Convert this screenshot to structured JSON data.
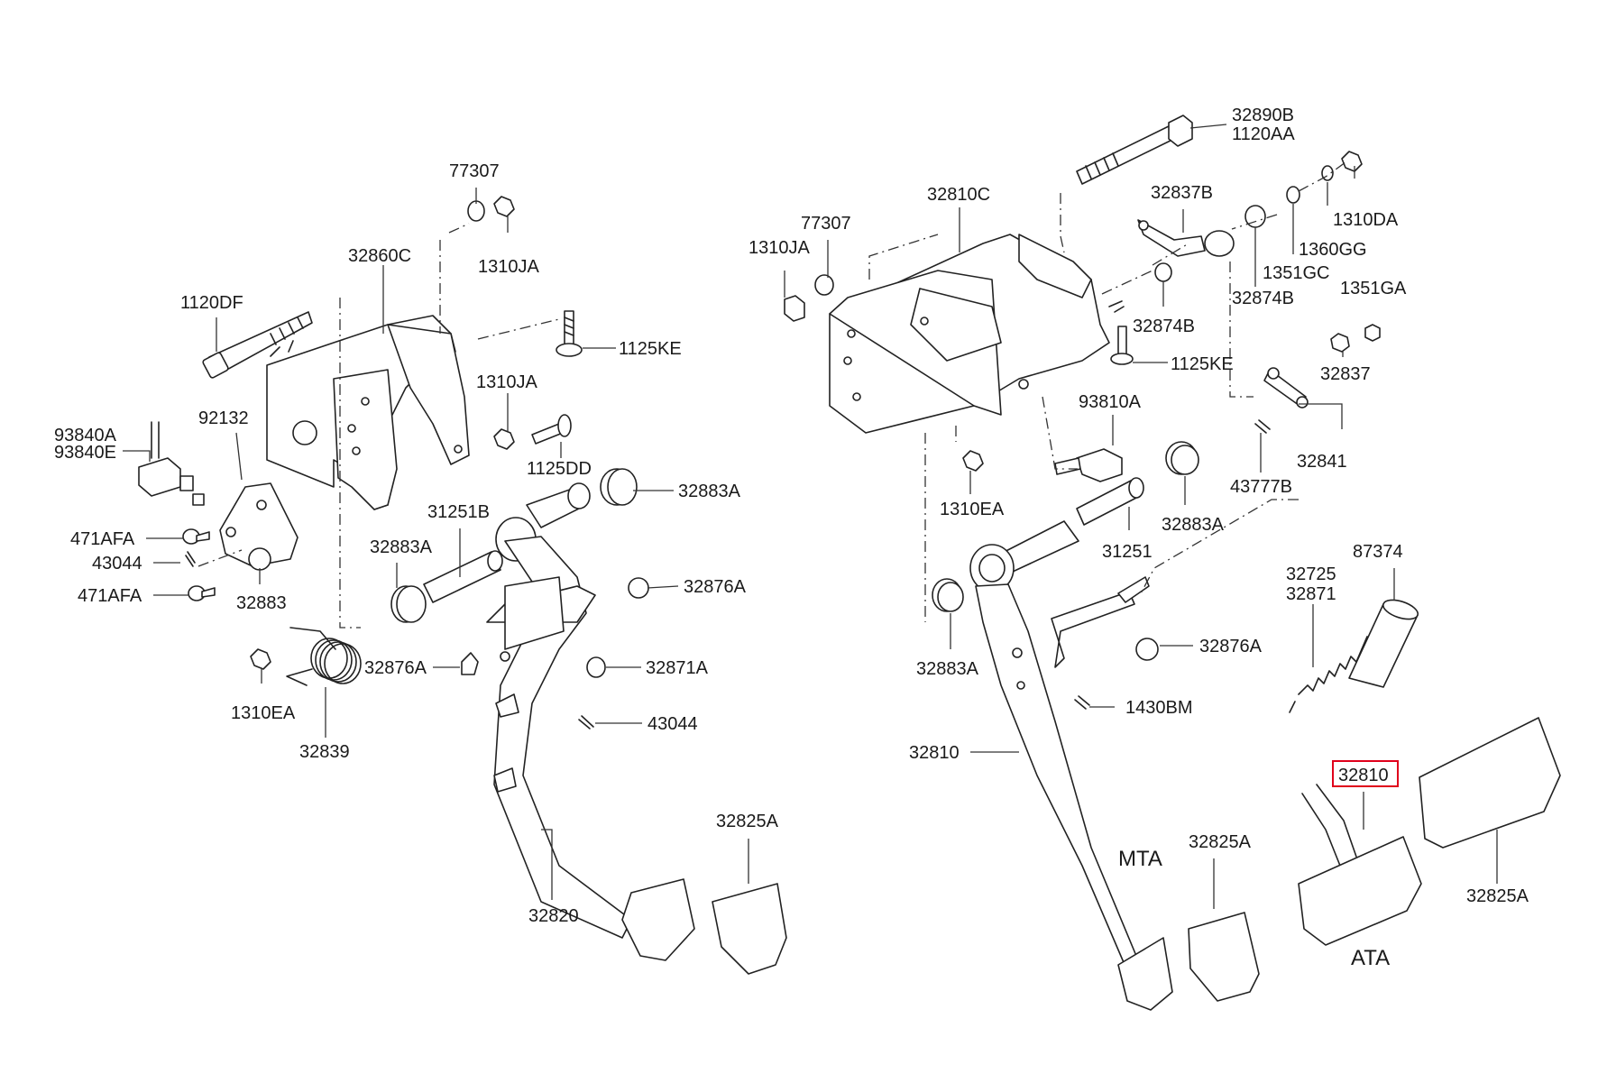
{
  "colors": {
    "line": "#222222",
    "highlight": "#e0001b",
    "background": "#ffffff"
  },
  "labels": {
    "l_1120DF": "1120DF",
    "l_32860C": "32860C",
    "l_77307_a": "77307",
    "l_1310JA_a": "1310JA",
    "l_1125KE_a": "1125KE",
    "l_1310JA_b": "1310JA",
    "l_1125DD": "1125DD",
    "l_92132": "92132",
    "l_93840A": "93840A",
    "l_93840E": "93840E",
    "l_471AFA_a": "471AFA",
    "l_43044_a": "43044",
    "l_471AFA_b": "471AFA",
    "l_32883": "32883",
    "l_1310EA_a": "1310EA",
    "l_32839": "32839",
    "l_31251B": "31251B",
    "l_32883A_a": "32883A",
    "l_32883A_b": "32883A",
    "l_32876A_a": "32876A",
    "l_32876A_b": "32876A",
    "l_32871A": "32871A",
    "l_43044_b": "43044",
    "l_32825A_a": "32825A",
    "l_32820": "32820",
    "l_32890B": "32890B",
    "l_1120AA": "1120AA",
    "l_32810C": "32810C",
    "l_77307_b": "77307",
    "l_1310JA_c": "1310JA",
    "l_32837B": "32837B",
    "l_1310DA": "1310DA",
    "l_1360GG": "1360GG",
    "l_1351GC": "1351GC",
    "l_32874B_a": "32874B",
    "l_32874B_b": "32874B",
    "l_1351GA": "1351GA",
    "l_1125KE_b": "1125KE",
    "l_32837": "32837",
    "l_93810A": "93810A",
    "l_32841": "32841",
    "l_43777B": "43777B",
    "l_1310EA_b": "1310EA",
    "l_32883A_c": "32883A",
    "l_31251": "31251",
    "l_32883A_d": "32883A",
    "l_32876A_c": "32876A",
    "l_32725": "32725",
    "l_32871": "32871",
    "l_87374": "87374",
    "l_1430BM": "1430BM",
    "l_32810_a": "32810",
    "l_32810_b": "32810",
    "l_32825A_b": "32825A",
    "l_32825A_c": "32825A",
    "l_MTA": "MTA",
    "l_ATA": "ATA"
  }
}
